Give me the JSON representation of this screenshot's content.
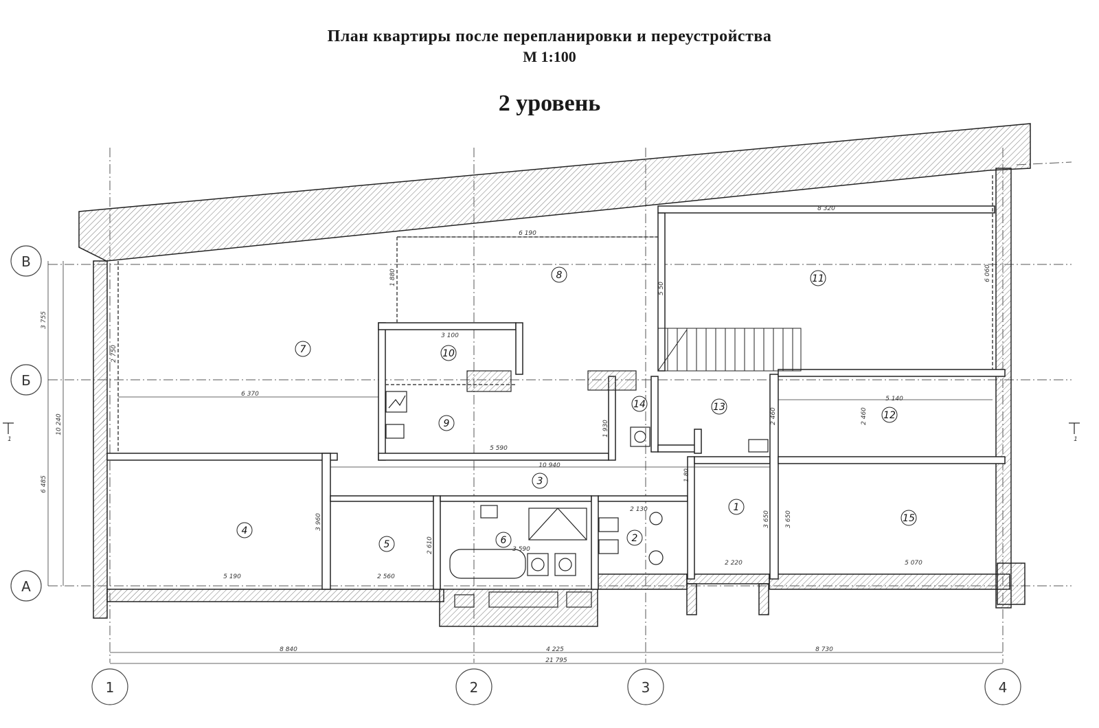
{
  "title": {
    "line1": "План квартиры после перепланировки и переустройства",
    "scale": "М 1:100",
    "level": "2 уровень"
  },
  "axes": {
    "rows": [
      "В",
      "Б",
      "А"
    ],
    "cols": [
      "1",
      "2",
      "3",
      "4"
    ]
  },
  "rooms": [
    "1",
    "2",
    "3",
    "4",
    "5",
    "6",
    "7",
    "8",
    "9",
    "10",
    "11",
    "12",
    "13",
    "14",
    "15"
  ],
  "dimensions": {
    "bottom_segments": [
      "8 840",
      "4 225",
      "8 730"
    ],
    "bottom_total": "21 795",
    "left_segments": [
      "3 755",
      "6 485"
    ],
    "left_total": "10 240",
    "room7_width": "6 370",
    "room7_height": "2 750",
    "room8_width": "6 190",
    "room8_height": "1 880",
    "room11_width": "8 320",
    "room11_height": "6 060",
    "room10_width": "3 100",
    "room9_width": "5 590",
    "room8_side": "5 50",
    "corridor_width": "10 940",
    "corridor_height": "1 80",
    "room12_width": "5 140",
    "room12_height": "2 460",
    "room13_height": "2 460",
    "room14_height": "1 930",
    "room4_width": "5 190",
    "room4_height": "3 960",
    "room5_width": "2 560",
    "room5_height": "2 610",
    "room6_width": "3 590",
    "room2_width": "2 130",
    "room1_width": "2 220",
    "room1_height": "3 650",
    "room15_width": "5 070",
    "room15_height": "3 650"
  },
  "section_marker": "1"
}
